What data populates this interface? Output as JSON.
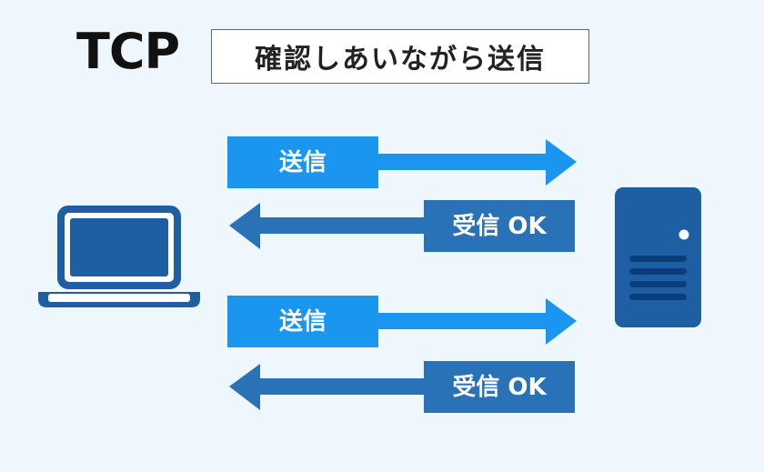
{
  "title": "TCP",
  "subtitle": "確認しあいながら送信",
  "arrows": [
    {
      "direction": "right",
      "label": "送信"
    },
    {
      "direction": "left",
      "label": "受信 OK"
    },
    {
      "direction": "right",
      "label": "送信"
    },
    {
      "direction": "left",
      "label": "受信 OK"
    }
  ],
  "icons": {
    "client": "laptop-icon",
    "server": "server-icon"
  },
  "colors": {
    "background": "#eef7fc",
    "send": "#1a96f0",
    "receive": "#2a72b8",
    "device": "#1e5ea3"
  }
}
